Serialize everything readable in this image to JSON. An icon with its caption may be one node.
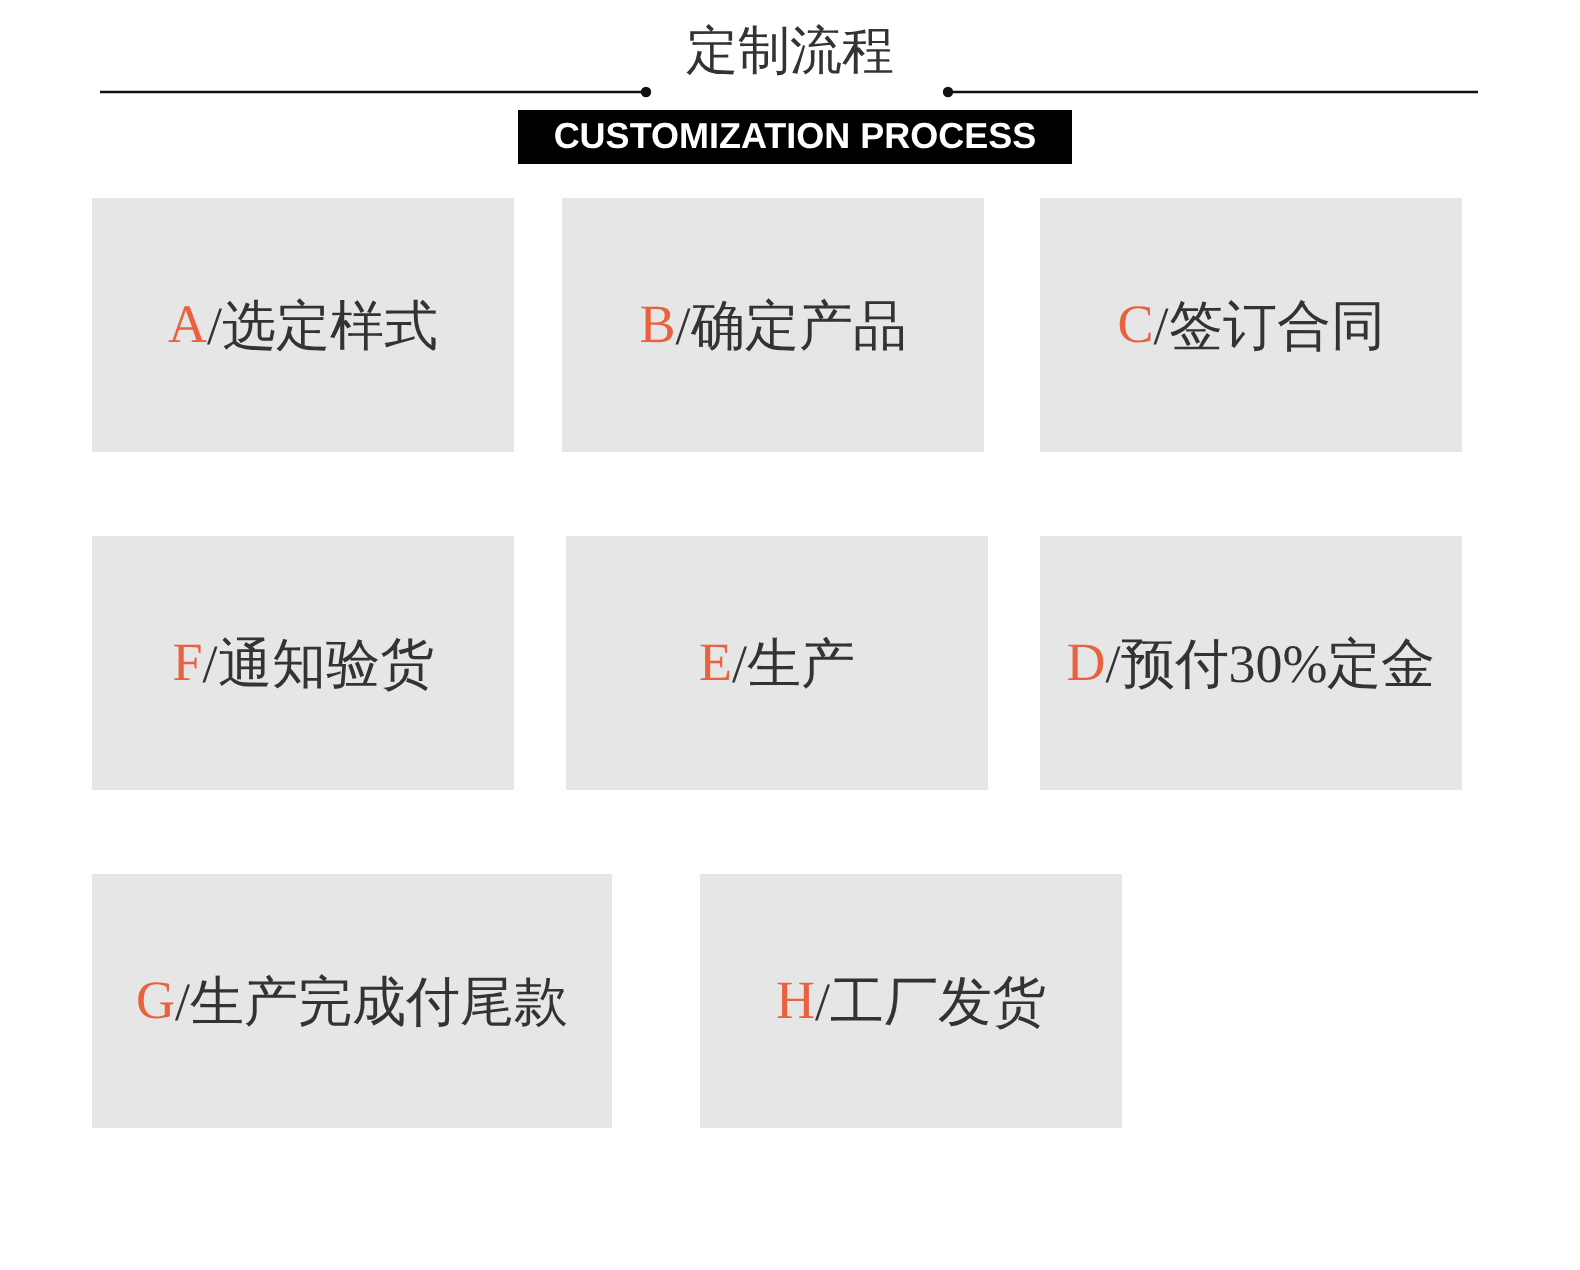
{
  "diagram": {
    "title": "定制流程",
    "labels": [
      "CUSTOMIZATION PROCESS"
    ],
    "nodes": [
      {
        "text": [
          "A/选定样式"
        ]
      },
      {
        "text": [
          "B/确定产品"
        ]
      },
      {
        "text": [
          "C/签订合同"
        ]
      },
      {
        "text": [
          "F/通知验货"
        ]
      },
      {
        "text": [
          "E/生产"
        ]
      },
      {
        "text": [
          "D/预付30%定金"
        ]
      },
      {
        "text": [
          "G/生产完成付尾款"
        ]
      },
      {
        "text": [
          "H/工厂发货"
        ]
      }
    ]
  }
}
